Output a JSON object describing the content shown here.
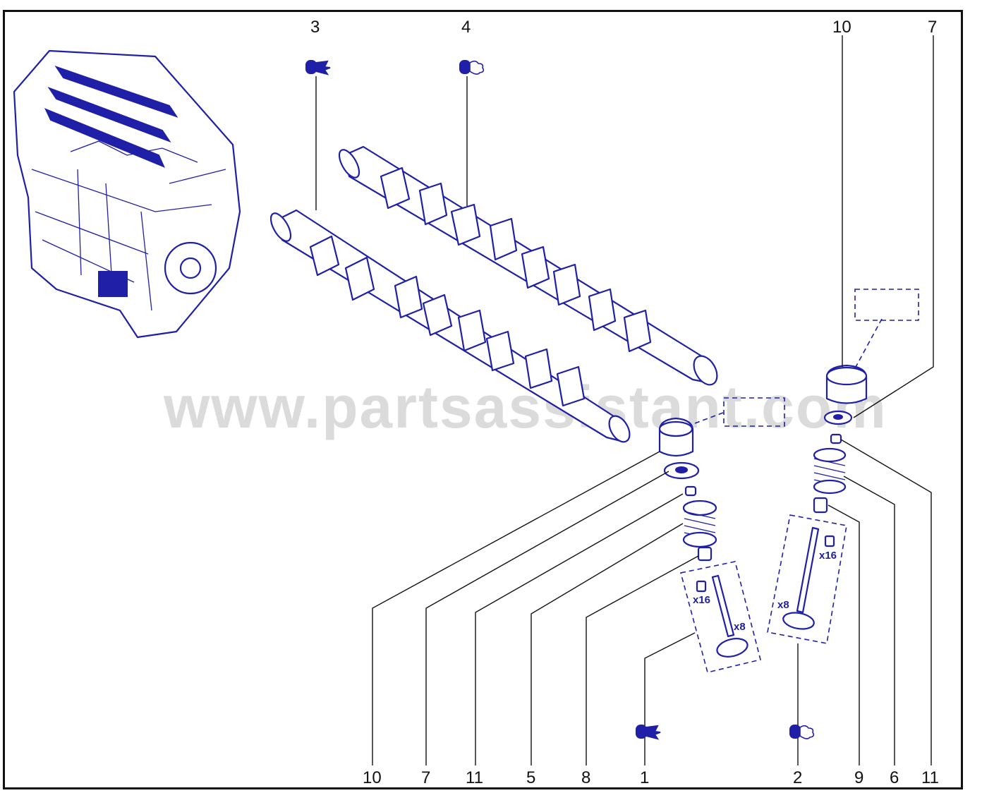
{
  "watermark": "www.partsassistant.com",
  "colors": {
    "part_stroke": "#1f1fa8",
    "frame": "#111111",
    "watermark": "#cfcfcf"
  },
  "icons": {
    "intake_marker": "intake-symbol-icon",
    "exhaust_marker": "exhaust-symbol-icon"
  },
  "callouts": {
    "top": [
      "3",
      "4",
      "10",
      "7"
    ],
    "bottom": [
      "10",
      "7",
      "11",
      "5",
      "8",
      "1",
      "2",
      "9",
      "6",
      "11"
    ]
  },
  "quantities": {
    "intake_valve_seals": "x16",
    "intake_valves": "x8",
    "exhaust_valve_seals": "x16",
    "exhaust_valves": "x8"
  }
}
